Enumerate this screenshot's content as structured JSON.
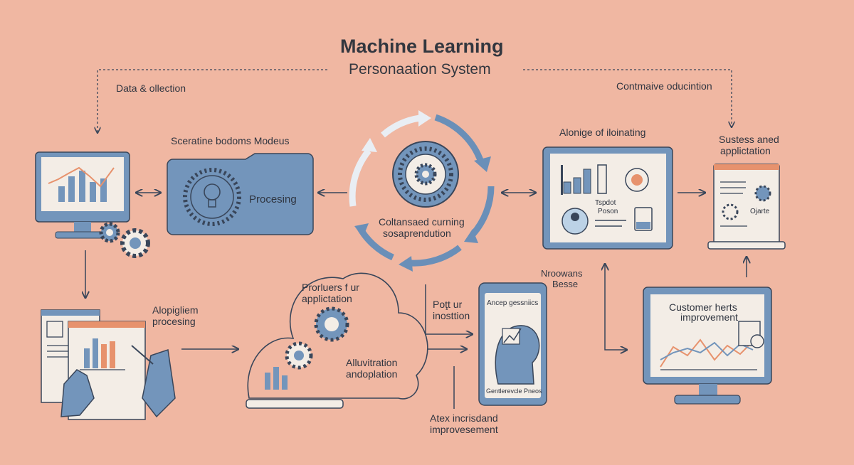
{
  "title": "Machine Learning",
  "subtitle": "Personaation System",
  "labels": {
    "data_collection": "Data & ollection",
    "continuous": "Contmaive oducintion",
    "scheduling": "Sceratine bodoms Modeus",
    "processing": "Procesing",
    "alongside": "Alonige of iloinating",
    "success_1": "Sustess aned",
    "success_2": "applictation",
    "cycle_1": "Coltansaed curning",
    "cycle_2": "sosaprendution",
    "tablet_name_1": "Tspdot",
    "tablet_name_2": "Poson",
    "laptop_tag": "Ojarte",
    "alg_1": "Alopigliem",
    "alg_2": "procesing",
    "producers_1": "Prorluers f ur",
    "producers_2": "applictation",
    "alivi_1": "Alluvitration",
    "alivi_2": "andoplation",
    "post_1": "Poţt ur",
    "post_2": "inosttion",
    "nroowans_1": "Nroowans",
    "nroowans_2": "Besse",
    "phone_top": "Ancep gessniics",
    "phone_bottom": "Gentlerevcle Pneos",
    "customer_1": "Customer herts",
    "customer_2": "improvement",
    "atex_1": "Atex incrisdand",
    "atex_2": "improvesement"
  },
  "colors": {
    "background": "#f0b7a2",
    "device_blue": "#7395bb",
    "screen": "#f3ede6",
    "accent_orange": "#e7926d",
    "outline": "#39465a",
    "light_blue": "#bcd2e6"
  }
}
